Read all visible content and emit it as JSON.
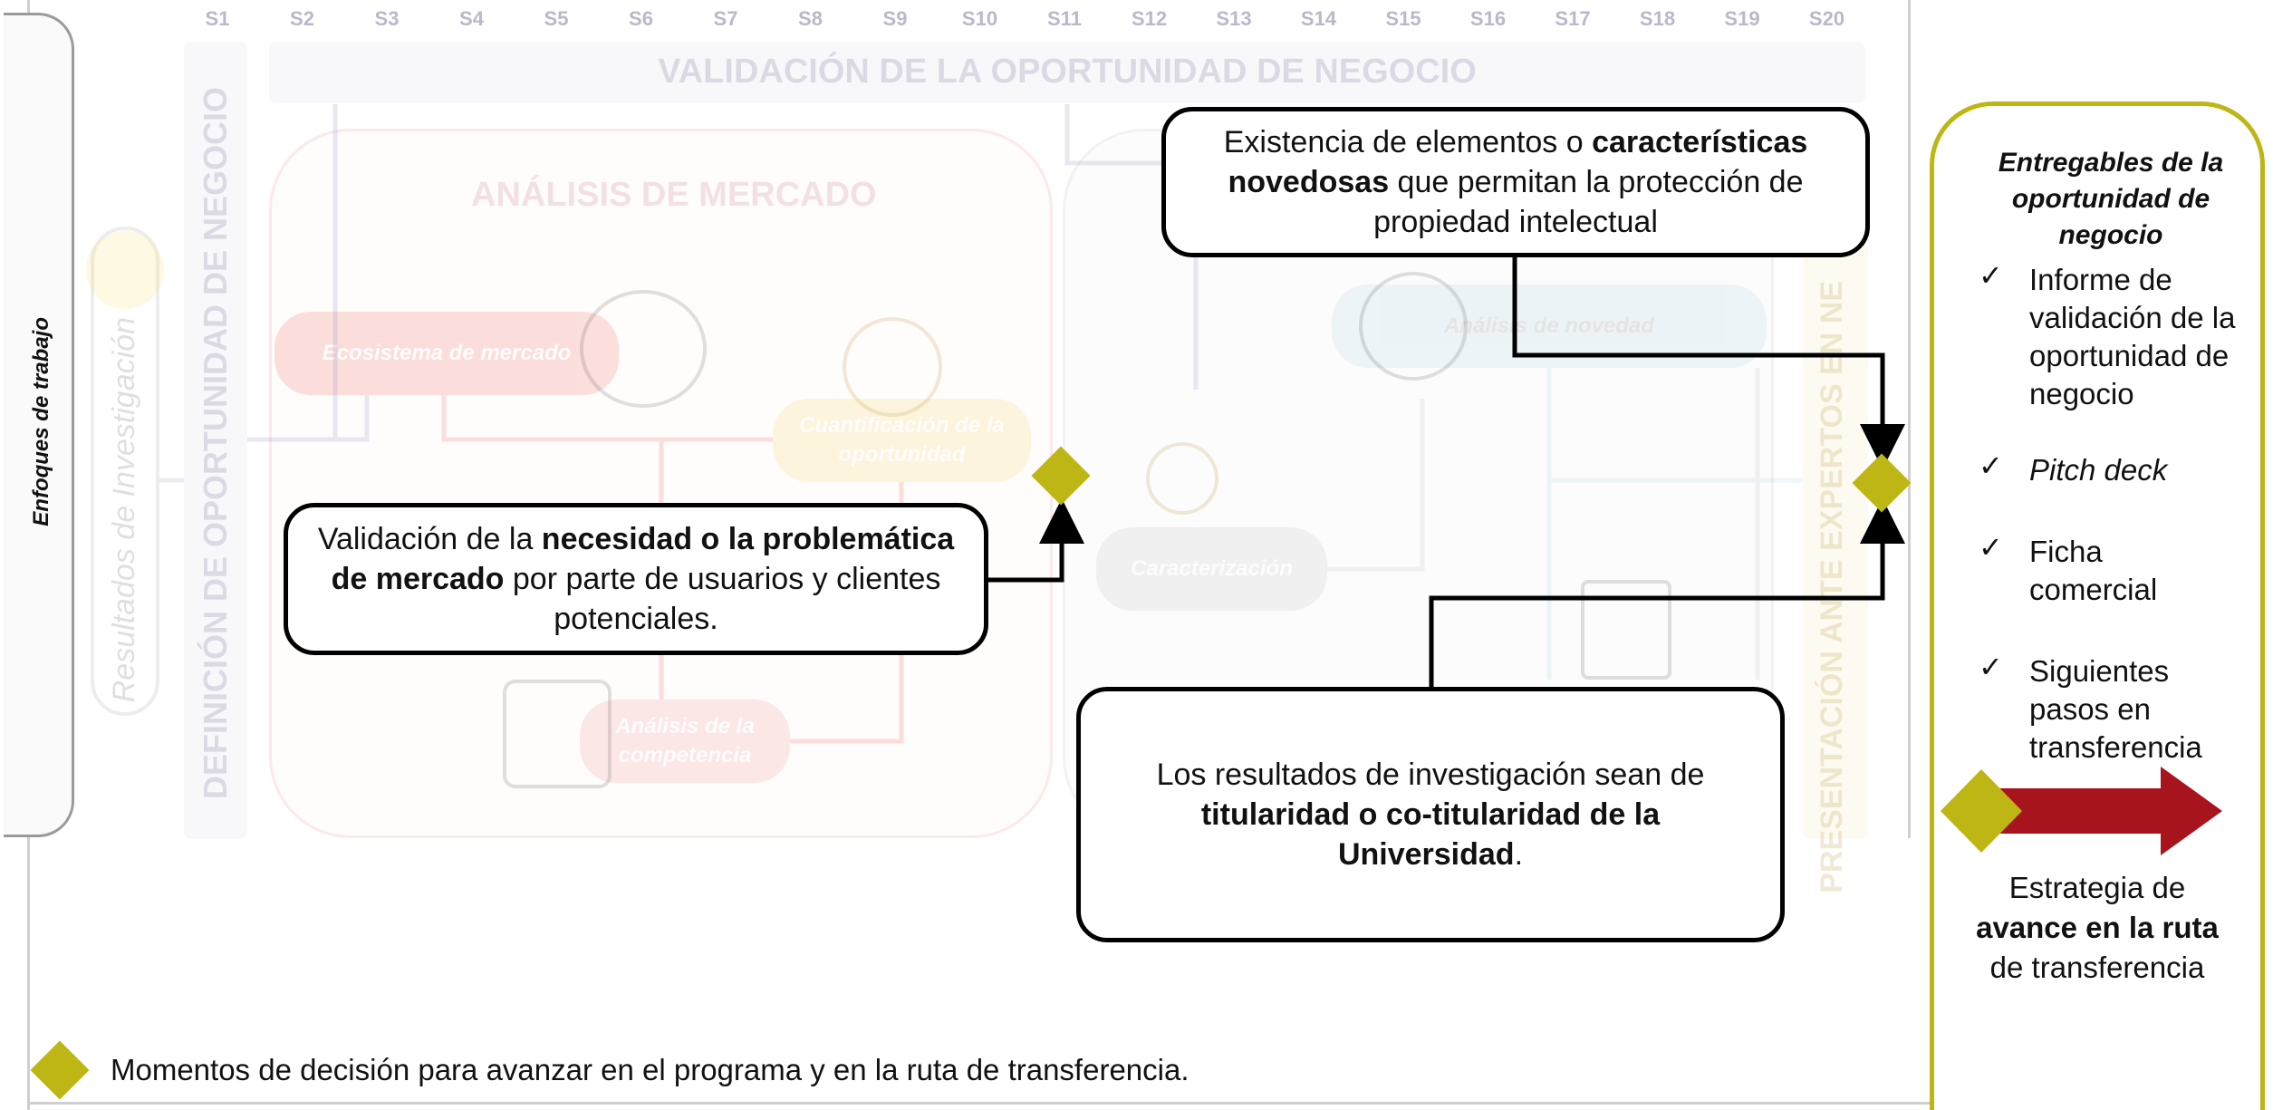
{
  "weeks": [
    "S1",
    "S2",
    "S3",
    "S4",
    "S5",
    "S6",
    "S7",
    "S8",
    "S9",
    "S10",
    "S11",
    "S12",
    "S13",
    "S14",
    "S15",
    "S16",
    "S17",
    "S18",
    "S19",
    "S20"
  ],
  "left_tab": "Enfoques de trabajo",
  "background": {
    "validation_banner": "VALIDACIÓN DE LA OPORTUNIDAD DE NEGOCIO",
    "definition_column": "DEFINICIÓN DE OPORTUNIDAD DE NEGOCIO",
    "research_results": "Resultados de Investigación",
    "market_analysis_title": "ANÁLISIS DE MERCADO",
    "ecosystem": "Ecosistema de mercado",
    "quantification": "Cuantificación de la oportunidad",
    "competition": "Análisis de la competencia",
    "characterization": "Caracterización",
    "novelty": "Análisis de novedad",
    "presentation_column": "PRESENTACIÓN ANTE EXPERTOS EN NE"
  },
  "callouts": {
    "market": {
      "pre": "Validación de la ",
      "bold": "necesidad o la problemática de mercado",
      "post": " por parte de usuarios y clientes potenciales."
    },
    "novelty": {
      "pre": "Existencia de elementos o ",
      "bold": "características novedosas",
      "post": " que permitan la protección de propiedad intelectual"
    },
    "ownership": {
      "pre": "Los resultados de investigación sean de ",
      "bold": "titularidad o co-titularidad de la Universidad",
      "post": "."
    }
  },
  "deliverables": {
    "title": "Entregables de la oportunidad de negocio",
    "check_symbol": "✓",
    "items": [
      "Informe de validación de la oportunidad de negocio",
      "Pitch deck",
      "Ficha comercial",
      "Siguientes pasos en transferencia"
    ],
    "strategy_pre": "Estrategia de",
    "strategy_bold": "avance en la ruta",
    "strategy_post": "de transferencia"
  },
  "legend": {
    "text": "Momentos de decisión para avanzar en el programa y en la ruta de transferencia."
  },
  "colors": {
    "diamond": "#bdb614",
    "arrow": "#a8141e",
    "panel_border": "#bdb614",
    "market_faded": "#f08a8a",
    "quant_faded": "#f5d35a"
  }
}
